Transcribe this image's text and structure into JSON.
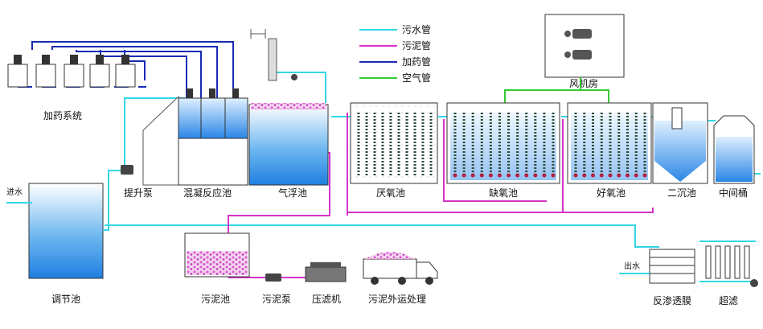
{
  "legend": {
    "items": [
      {
        "label": "污水管",
        "color": "#33d6e6"
      },
      {
        "label": "污泥管",
        "color": "#d633c8"
      },
      {
        "label": "加药管",
        "color": "#1a2bb3"
      },
      {
        "label": "空气管",
        "color": "#33cc33"
      }
    ]
  },
  "labels": {
    "dosing_system": "加药系统",
    "blower_room": "风机房",
    "inlet": "进水",
    "lift_pump": "提升泵",
    "coag_tank": "混凝反应池",
    "air_float": "气浮池",
    "anaerobic": "厌氧池",
    "anoxic": "缺氧池",
    "aerobic": "好氧池",
    "secondary": "二沉池",
    "middle_tank": "中间桶",
    "equalization": "调节池",
    "sludge_tank": "污泥池",
    "sludge_pump": "污泥泵",
    "filter_press": "压滤机",
    "sludge_transport": "污泥外运处理",
    "ro": "反渗透膜",
    "outlet": "出水",
    "uf": "超滤"
  },
  "colors": {
    "sewage": "#33d6e6",
    "sludge": "#d633c8",
    "dosing": "#1a2bb3",
    "air": "#33cc33",
    "water_fill": "#2f8fe8",
    "outline": "#333333"
  }
}
